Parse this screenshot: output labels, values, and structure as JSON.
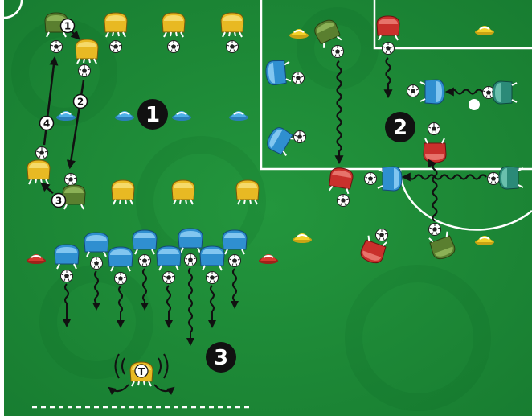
{
  "diagram": {
    "stations": [
      "1",
      "2",
      "3"
    ],
    "sequence": [
      "1",
      "2",
      "3",
      "4"
    ],
    "coach_letter": "T"
  },
  "colors": {
    "pitch": "#1f8b37",
    "pitch_dark": "#157029",
    "lines": "#ffffff",
    "team_yellow": "#e8b923",
    "team_blue": "#2f8fd0",
    "team_red": "#c9302c",
    "team_green": "#5a7f2f",
    "team_teal": "#2b8a78",
    "cone_blue": "#4fb0e8",
    "cone_yellow": "#f3d12a",
    "cone_red": "#d63a2f"
  },
  "icons": [
    "player-icon",
    "ball-icon",
    "cone-icon",
    "arrow-icon",
    "dribble-path-icon",
    "coach-icon"
  ]
}
